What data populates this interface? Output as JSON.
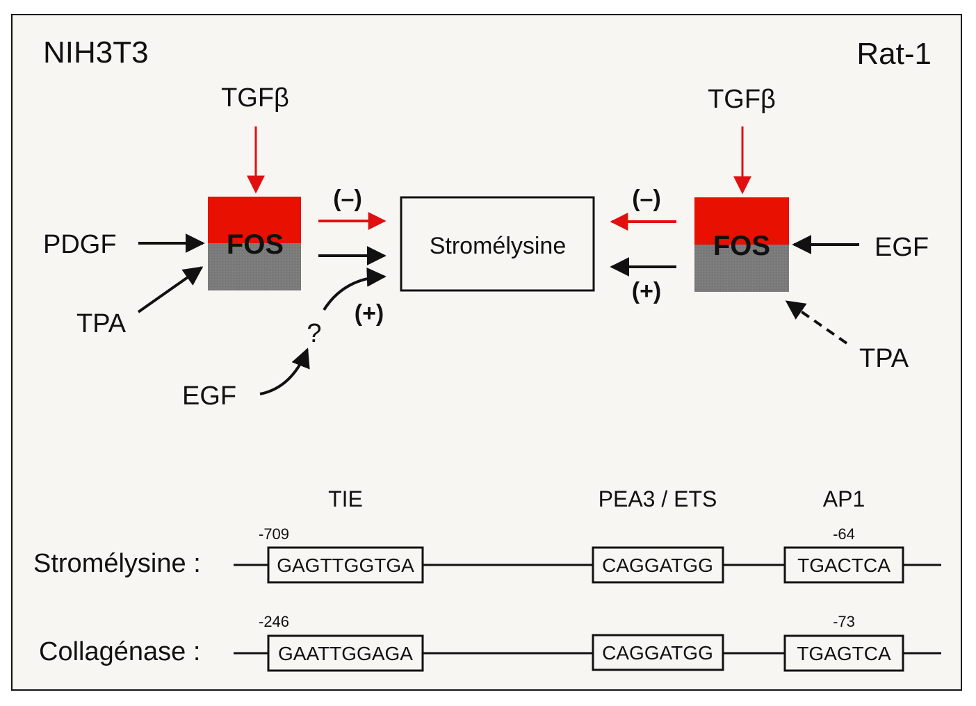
{
  "diagram": {
    "cell_lines": {
      "left": "NIH3T3",
      "right": "Rat-1"
    },
    "colors": {
      "inhibition": "#e01010",
      "activation": "#111111",
      "fos_top": "#e81000",
      "fos_bottom": "#7a7a7a",
      "background": "#f8f6f3"
    },
    "left_panel": {
      "tgf_label": "TGFβ",
      "fos_label": "FOS",
      "inputs": [
        {
          "label": "PDGF",
          "arrow": "solid"
        },
        {
          "label": "TPA",
          "arrow": "solid"
        },
        {
          "label": "EGF",
          "arrow": "curved",
          "via": "?"
        }
      ],
      "effects": [
        {
          "sign": "(–)",
          "color": "red"
        },
        {
          "sign": "(+)",
          "color": "black"
        }
      ]
    },
    "target": {
      "label": "Stromélysine"
    },
    "right_panel": {
      "tgf_label": "TGFβ",
      "fos_label": "FOS",
      "inputs": [
        {
          "label": "EGF",
          "arrow": "solid"
        },
        {
          "label": "TPA",
          "arrow": "dashed"
        }
      ],
      "effects": [
        {
          "sign": "(–)",
          "color": "red"
        },
        {
          "sign": "(+)",
          "color": "black"
        }
      ]
    },
    "promoters": {
      "element_headers": [
        "TIE",
        "PEA3 / ETS",
        "AP1"
      ],
      "rows": [
        {
          "gene": "Stromélysine :",
          "tie_pos": "-709",
          "tie_seq": "GAGTTGGTGA",
          "pea3_seq": "CAGGATGG",
          "ap1_pos": "-64",
          "ap1_seq": "TGACTCA"
        },
        {
          "gene": "Collagénase :",
          "tie_pos": "-246",
          "tie_seq": "GAATTGGAGA",
          "pea3_seq": "CAGGATGG",
          "ap1_pos": "-73",
          "ap1_seq": "TGAGTCA"
        }
      ]
    }
  }
}
